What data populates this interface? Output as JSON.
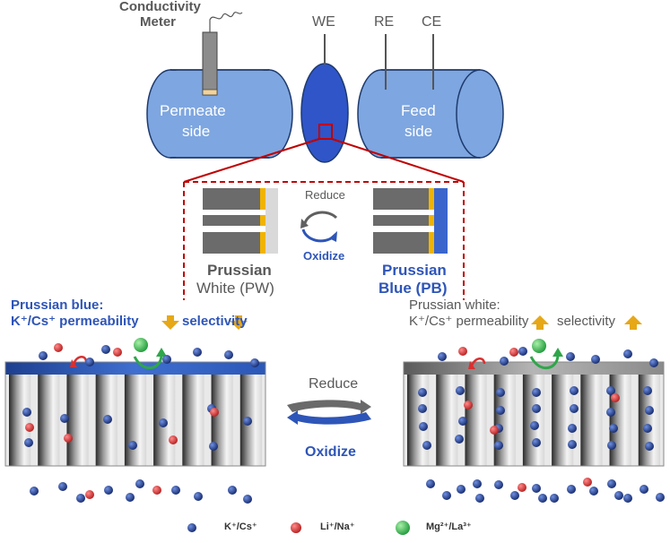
{
  "labels": {
    "meter_line1": "Conductivity",
    "meter_line2": "Meter",
    "we": "WE",
    "re": "RE",
    "ce": "CE",
    "permeate_line1": "Permeate",
    "permeate_line2": "side",
    "feed_line1": "Feed",
    "feed_line2": "side",
    "reduce_small": "Reduce",
    "oxidize_small": "Oxidize",
    "pw_line1": "Prussian",
    "pw_line2": "White (PW)",
    "pb_line1": "Prussian",
    "pb_line2": "Blue (PB)",
    "left_title": "Prussian blue:",
    "left_perm": "K⁺/Cs⁺ permeability",
    "left_sel": "selectivity",
    "right_title": "Prussian white:",
    "right_perm": "K⁺/Cs⁺ permeability",
    "right_sel": "selectivity",
    "reduce_big": "Reduce",
    "oxidize_big": "Oxidize"
  },
  "legend": [
    {
      "label": "K⁺/Cs⁺",
      "color": "#1f3a8a"
    },
    {
      "label": "Li⁺/Na⁺",
      "color": "#d93030"
    },
    {
      "label": "Mg²⁺/La³⁺",
      "color": "#2db84d"
    }
  ],
  "colors": {
    "cylinder": "#7ea6e0",
    "electrode": "#2f55c8",
    "pb_cap": "#2e5fbf",
    "pw_cap": "#9a9a9a",
    "accent_red": "#c00000",
    "arrow_gold": "#e6a817"
  }
}
